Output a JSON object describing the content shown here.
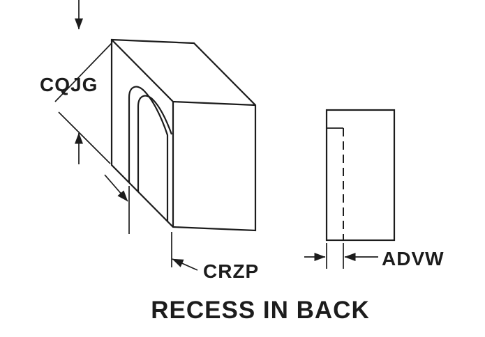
{
  "diagram": {
    "dimension_labels": {
      "cqjg": "CQJG",
      "crzp": "CRZP",
      "advw": "ADVW"
    },
    "caption": "RECESS IN BACK",
    "colors": {
      "line": "#1c1c1c",
      "background": "#ffffff"
    }
  }
}
